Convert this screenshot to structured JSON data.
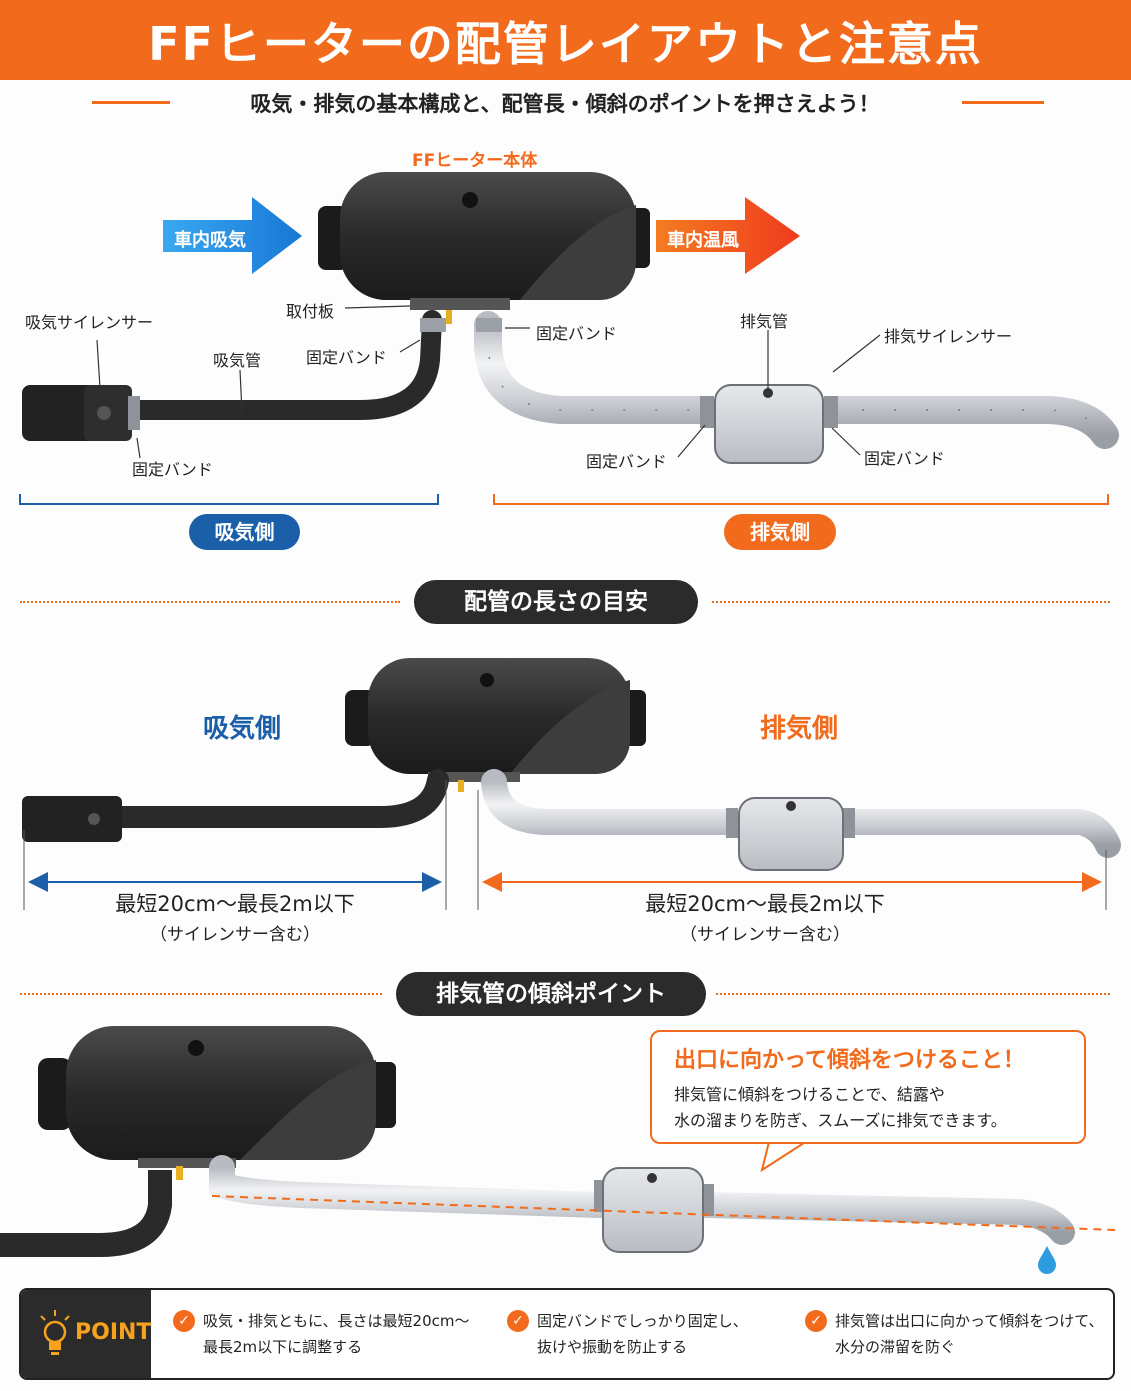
{
  "header": {
    "title": "FFヒーターの配管レイアウトと注意点"
  },
  "subtitle": "吸気・排気の基本構成と、配管長・傾斜のポイントを押さえよう！",
  "diagram1": {
    "heater_label": "FFヒーター本体",
    "intake_arrow": "車内吸気",
    "outlet_arrow": "車内温風",
    "mount_plate": "取付板",
    "intake_silencer": "吸気サイレンサー",
    "intake_pipe": "吸気管",
    "band_intake_heater": "固定バンド",
    "band_exhaust_heater": "固定バンド",
    "band_intake_silencer": "固定バンド",
    "exhaust_pipe": "排気管",
    "exhaust_silencer": "排気サイレンサー",
    "band_exhaust_left": "固定バンド",
    "band_exhaust_right": "固定バンド",
    "intake_side": "吸気側",
    "exhaust_side": "排気側"
  },
  "section2": {
    "title": "配管の長さの目安",
    "intake_side": "吸気側",
    "exhaust_side": "排気側",
    "intake_length": "最短20cm〜最長2m以下",
    "intake_note": "（サイレンサー含む）",
    "exhaust_length": "最短20cm〜最長2m以下",
    "exhaust_note": "（サイレンサー含む）"
  },
  "section3": {
    "title": "排気管の傾斜ポイント",
    "callout_title": "出口に向かって傾斜をつけること！",
    "callout_line1": "排気管に傾斜をつけることで、結露や",
    "callout_line2": "水の溜まりを防ぎ、スムーズに排気できます。"
  },
  "point": {
    "label": "POINT",
    "items": [
      {
        "line1": "吸気・排気ともに、長さは最短20cm〜",
        "line2": "最長2m以下に調整する"
      },
      {
        "line1": "固定バンドでしっかり固定し、",
        "line2": "抜けや振動を防止する"
      },
      {
        "line1": "排気管は出口に向かって傾斜をつけて、",
        "line2": "水分の滞留を防ぐ"
      }
    ]
  },
  "colors": {
    "accent": "#f26a1b",
    "intake_blue": "#1a5fa8",
    "arrow_blue": "#1e90e8",
    "dark": "#2b2b2b",
    "water": "#2f9be0"
  }
}
